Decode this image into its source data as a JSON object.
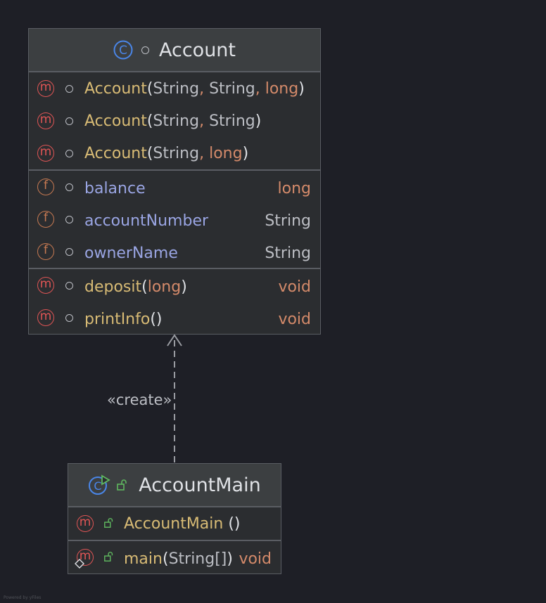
{
  "account": {
    "name": "Account",
    "constructors": [
      {
        "name": "Account",
        "params": [
          "String",
          "String",
          "long"
        ]
      },
      {
        "name": "Account",
        "params": [
          "String",
          "String"
        ]
      },
      {
        "name": "Account",
        "params": [
          "String",
          "long"
        ]
      }
    ],
    "fields": [
      {
        "name": "balance",
        "type": "long"
      },
      {
        "name": "accountNumber",
        "type": "String"
      },
      {
        "name": "ownerName",
        "type": "String"
      }
    ],
    "methods": [
      {
        "name": "deposit",
        "param": "long",
        "type": "void"
      },
      {
        "name": "printInfo",
        "param": "",
        "type": "void"
      }
    ]
  },
  "account_main": {
    "name": "AccountMain",
    "constructor": {
      "name": "AccountMain"
    },
    "method": {
      "name": "main",
      "param": "String[]",
      "type": "void"
    }
  },
  "relation": {
    "label": "«create»"
  },
  "badges": {
    "method": "m",
    "field": "f"
  },
  "colors": {
    "background": "#1e1f26",
    "box": "#2b2d30",
    "header": "#3c3f41",
    "method_name": "#d8bb75",
    "field_name": "#9aa5e3",
    "primitive_type": "#d48a6a",
    "class_type": "#bcbec4",
    "method_badge": "#e05555",
    "field_badge": "#c77a52",
    "class_icon": "#4a86e8",
    "public_lock": "#5fb85f"
  },
  "icons": [
    "class-icon",
    "runnable-class-icon",
    "method-icon",
    "field-icon",
    "package-private-icon",
    "public-lock-icon",
    "static-icon"
  ],
  "footer": {
    "watermark": "Powered by yFiles"
  }
}
